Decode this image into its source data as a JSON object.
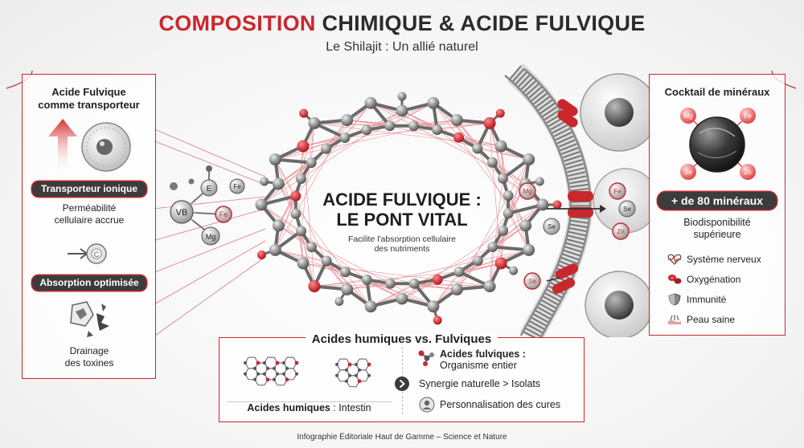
{
  "header": {
    "title_red": "COMPOSITION",
    "title_dark": "CHIMIQUE & ACIDE FULVIQUE",
    "subtitle": "Le Shilajit : Un allié naturel"
  },
  "left_panel": {
    "title_line1": "Acide Fulvique",
    "title_line2": "comme transporteur",
    "pill_1": "Transporteur ionique",
    "text_1_line1": "Perméabilité",
    "text_1_line2": "cellulaire accrue",
    "pill_2": "Absorption optimisée",
    "text_2_line1": "Drainage",
    "text_2_line2": "des toxines"
  },
  "left_ions": {
    "e": "E",
    "fe": "Fe",
    "vb": "VB",
    "fe2": "Fe",
    "mg": "Mg",
    "c": "C"
  },
  "center": {
    "title_line1": "ACIDE FULVIQUE :",
    "title_line2": "LE PONT VITAL",
    "sub_line1": "Facilite l'absorption cellulaire",
    "sub_line2": "des nutriments"
  },
  "membrane_ions": {
    "mg": "Mg",
    "se": "Se",
    "fe": "Fe",
    "se2": "Se",
    "zn": "Zn",
    "se3": "Se"
  },
  "right_panel": {
    "title": "Cocktail de minéraux",
    "sphere_labels": [
      "Mg",
      "Fe",
      "Se",
      "Zn"
    ],
    "pill": "+ de 80 minéraux",
    "text_line1": "Biodisponibilité",
    "text_line2": "supérieure",
    "benefits": [
      {
        "icon": "heartbeat-icon",
        "label": "Système nerveux"
      },
      {
        "icon": "blood-cells-icon",
        "label": "Oxygénation"
      },
      {
        "icon": "shield-icon",
        "label": "Immunité"
      },
      {
        "icon": "skin-icon",
        "label": "Peau saine"
      }
    ]
  },
  "comparison": {
    "title": "Acides humiques vs. Fulviques",
    "humic_bold": "Acides humiques",
    "humic_rest": " : Intestin",
    "fulvic_bold": "Acides fulviques :",
    "fulvic_rest": "Organisme entier",
    "synergy": "Synergie naturelle > Isolats",
    "personal": "Personnalisation des cures"
  },
  "footer": "Infographie Éditoriale Haut de Gamme – Science et Nature",
  "colors": {
    "accent": "#c9272e",
    "dark": "#3c3c3c"
  }
}
